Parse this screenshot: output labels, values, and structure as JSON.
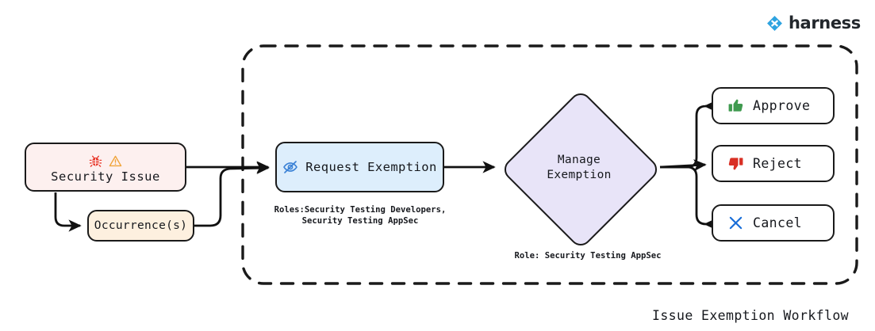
{
  "brand": {
    "name": "harness",
    "logo_icon": "harness-diamond-logo-icon",
    "logo_color": "#2ea3e0"
  },
  "diagram": {
    "title": "Issue Exemption Workflow",
    "type": "flowchart",
    "container": {
      "name": "exemption-workflow-boundary",
      "style": "dashed-rounded-rectangle",
      "color": "#1a1a1a"
    }
  },
  "nodes": {
    "security_issue": {
      "label": "Security Issue",
      "shape": "rounded-rect",
      "fill": "#fdf0ef",
      "icons": [
        "bug-icon",
        "warning-triangle-icon"
      ],
      "icon_colors": [
        "#e8382b",
        "#f0a43a"
      ]
    },
    "occurrences": {
      "label": "Occurrence(s)",
      "shape": "rounded-rect",
      "fill": "#fdf0df"
    },
    "request_exemption": {
      "label": "Request Exemption",
      "shape": "rounded-rect",
      "fill": "#ddeefc",
      "icon": "eye-off-icon",
      "icon_color": "#3b82d6"
    },
    "manage_exemption": {
      "label_line1": "Manage",
      "label_line2": "Exemption",
      "shape": "diamond",
      "fill": "#e8e4f8"
    },
    "approve": {
      "label": "Approve",
      "shape": "rounded-rect",
      "fill": "#ffffff",
      "icon": "thumbs-up-icon",
      "icon_color": "#3f9a4f"
    },
    "reject": {
      "label": "Reject",
      "shape": "rounded-rect",
      "fill": "#ffffff",
      "icon": "thumbs-down-icon",
      "icon_color": "#d93025"
    },
    "cancel": {
      "label": "Cancel",
      "shape": "rounded-rect",
      "fill": "#ffffff",
      "icon": "x-mark-icon",
      "icon_color": "#1a6ed8"
    }
  },
  "captions": {
    "request_exemption_roles": "Roles:Security Testing Developers,\nSecurity Testing AppSec",
    "manage_exemption_role": "Role: Security Testing AppSec"
  },
  "edges": [
    {
      "from": "security_issue",
      "to": "request_exemption"
    },
    {
      "from": "security_issue",
      "to": "occurrences"
    },
    {
      "from": "occurrences",
      "to": "request_exemption"
    },
    {
      "from": "request_exemption",
      "to": "manage_exemption"
    },
    {
      "from": "manage_exemption",
      "to": "approve"
    },
    {
      "from": "manage_exemption",
      "to": "reject"
    },
    {
      "from": "manage_exemption",
      "to": "cancel"
    }
  ]
}
